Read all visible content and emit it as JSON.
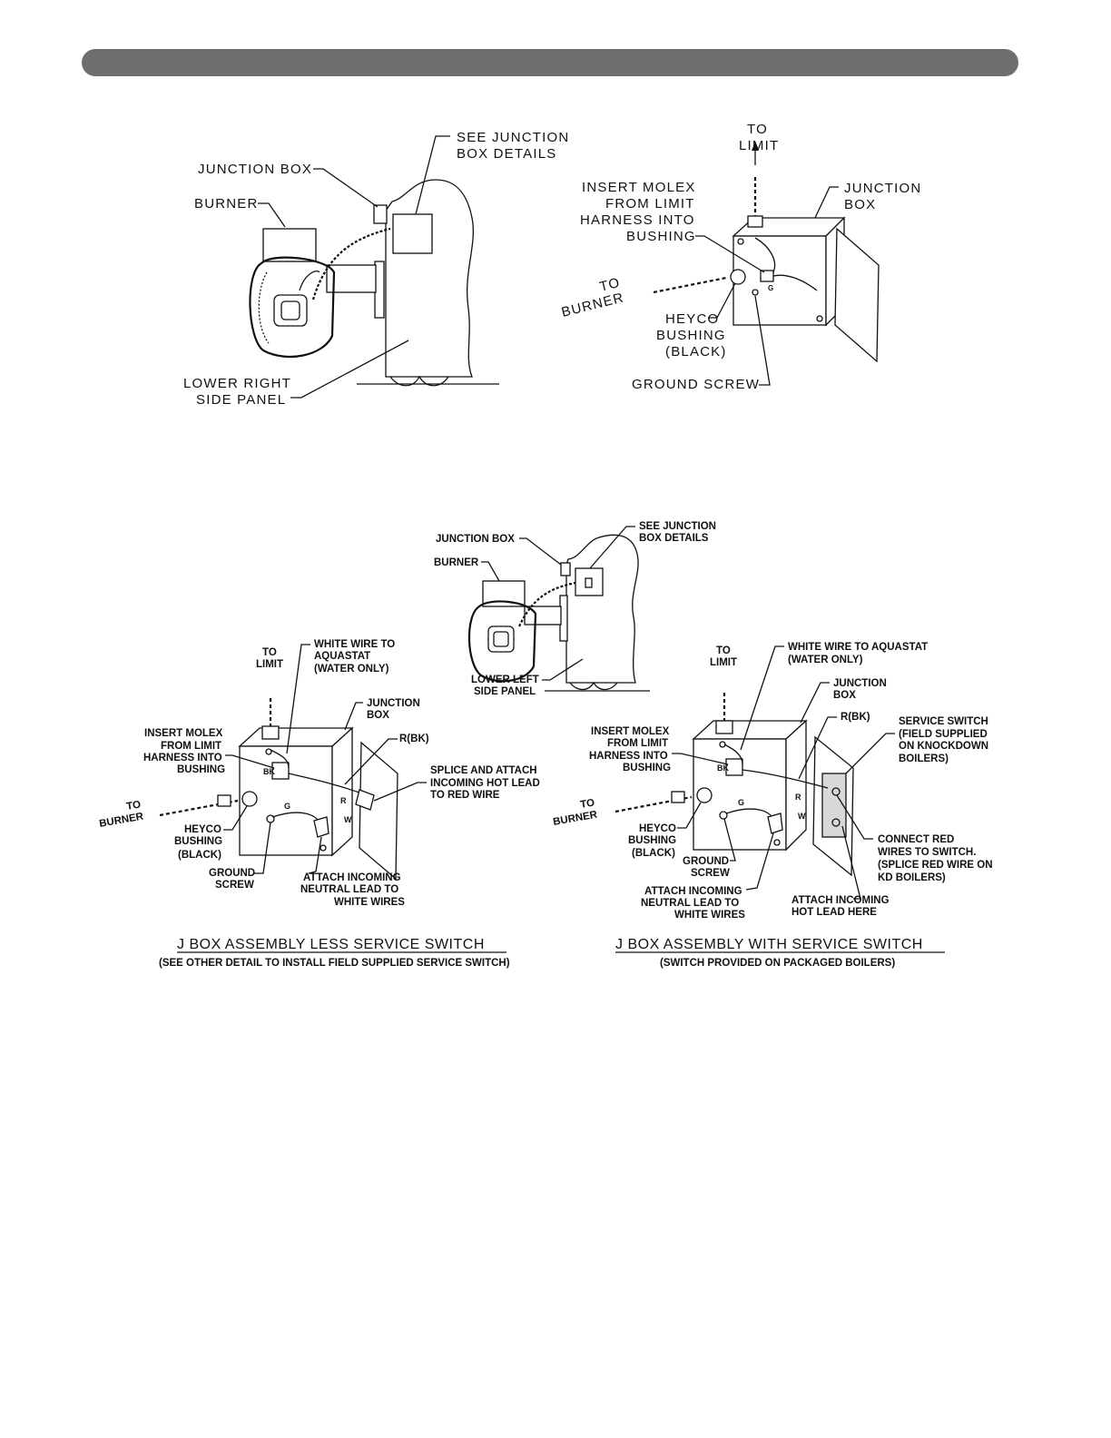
{
  "header": {
    "bar_color": "#6e6e6e"
  },
  "fig1": {
    "junction_box": "JUNCTION BOX",
    "burner": "BURNER",
    "see_details_1": "SEE JUNCTION",
    "see_details_2": "BOX DETAILS",
    "lower_panel_1": "LOWER RIGHT",
    "lower_panel_2": "SIDE PANEL"
  },
  "fig2": {
    "to_limit_1": "TO",
    "to_limit_2": "LIMIT",
    "insert_1": "INSERT MOLEX",
    "insert_2": "FROM LIMIT",
    "insert_3": "HARNESS INTO",
    "insert_4": "BUSHING",
    "jbox_1": "JUNCTION",
    "jbox_2": "BOX",
    "to_burner_1": "TO",
    "to_burner_2": "BURNER",
    "heyco_1": "HEYCO",
    "heyco_2": "BUSHING",
    "heyco_3": "(BLACK)",
    "ground_screw": "GROUND SCREW",
    "g_mark": "G"
  },
  "fig3": {
    "junction_box": "JUNCTION BOX",
    "burner": "BURNER",
    "see_details_1": "SEE JUNCTION",
    "see_details_2": "BOX DETAILS",
    "lower_panel_1": "LOWER LEFT",
    "lower_panel_2": "SIDE PANEL"
  },
  "fig4": {
    "to_limit_1": "TO",
    "to_limit_2": "LIMIT",
    "white_wire_1": "WHITE WIRE TO",
    "white_wire_2": "AQUASTAT",
    "white_wire_3": "(WATER ONLY)",
    "jbox_1": "JUNCTION",
    "jbox_2": "BOX",
    "insert_1": "INSERT MOLEX",
    "insert_2": "FROM LIMIT",
    "insert_3": "HARNESS INTO",
    "insert_4": "BUSHING",
    "rbk": "R(BK)",
    "splice_1": "SPLICE AND ATTACH",
    "splice_2": "INCOMING HOT LEAD",
    "splice_3": "TO RED WIRE",
    "to_burner_1": "TO",
    "to_burner_2": "BURNER",
    "heyco_1": "HEYCO",
    "heyco_2": "BUSHING",
    "heyco_3": "(BLACK)",
    "ground_1": "GROUND",
    "ground_2": "SCREW",
    "attach_1": "ATTACH INCOMING",
    "attach_2": "NEUTRAL LEAD TO",
    "attach_3": "WHITE WIRES",
    "bk": "BK",
    "g": "G",
    "r": "R",
    "w": "W",
    "title": "J BOX ASSEMBLY LESS SERVICE SWITCH",
    "subtitle": "(SEE OTHER DETAIL TO INSTALL FIELD SUPPLIED SERVICE SWITCH)"
  },
  "fig5": {
    "to_limit_1": "TO",
    "to_limit_2": "LIMIT",
    "white_wire_1": "WHITE WIRE TO AQUASTAT",
    "white_wire_2": "(WATER ONLY)",
    "jbox_1": "JUNCTION",
    "jbox_2": "BOX",
    "rbk": "R(BK)",
    "service_1": "SERVICE SWITCH",
    "service_2": "(FIELD SUPPLIED",
    "service_3": "ON KNOCKDOWN",
    "service_4": "BOILERS)",
    "insert_1": "INSERT MOLEX",
    "insert_2": "FROM LIMIT",
    "insert_3": "HARNESS INTO",
    "insert_4": "BUSHING",
    "to_burner_1": "TO",
    "to_burner_2": "BURNER",
    "heyco_1": "HEYCO",
    "heyco_2": "BUSHING",
    "heyco_3": "(BLACK)",
    "ground_1": "GROUND",
    "ground_2": "SCREW",
    "connect_1": "CONNECT RED",
    "connect_2": "WIRES TO SWITCH.",
    "connect_3": "(SPLICE RED WIRE ON",
    "connect_4": "KD BOILERS)",
    "attach_n_1": "ATTACH INCOMING",
    "attach_n_2": "NEUTRAL LEAD TO",
    "attach_n_3": "WHITE WIRES",
    "attach_h_1": "ATTACH INCOMING",
    "attach_h_2": "HOT LEAD HERE",
    "bk": "BK",
    "g": "G",
    "r": "R",
    "w": "W",
    "title": "J BOX ASSEMBLY WITH SERVICE SWITCH",
    "subtitle": "(SWITCH PROVIDED ON PACKAGED BOILERS)"
  }
}
